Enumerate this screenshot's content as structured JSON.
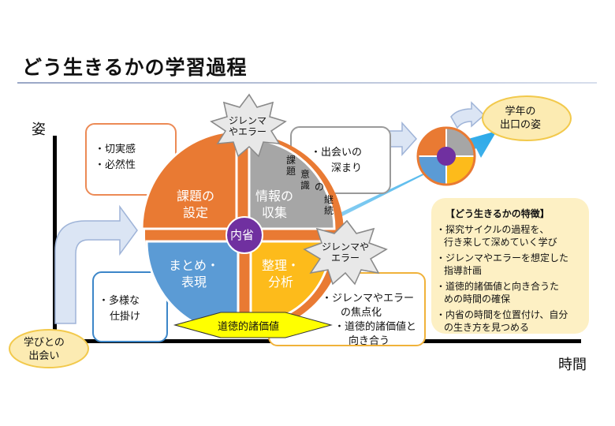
{
  "title": "どう生きるかの学習過程",
  "axes": {
    "y_label": "姿",
    "x_label": "時間"
  },
  "start_ellipse": {
    "line1": "学びとの",
    "line2": "出会い"
  },
  "end_ellipse": {
    "line1": "学年の",
    "line2": "出口の姿"
  },
  "cycle": {
    "center": "内省",
    "segments": [
      {
        "line1": "課題の",
        "line2": "設定"
      },
      {
        "line1": "情報の",
        "line2": "収集"
      },
      {
        "line1": "まとめ・",
        "line2": "表現"
      },
      {
        "line1": "整理・",
        "line2": "分析"
      }
    ],
    "vertical_text": [
      "課題",
      "意識",
      "の",
      "継続"
    ]
  },
  "stars": [
    {
      "line1": "ジレンマ",
      "line2": "やエラー"
    },
    {
      "line1": "ジレンマや",
      "line2": "エラー"
    }
  ],
  "moral_value": "道徳的諸価値",
  "boxes": {
    "top_left": [
      "・切実感",
      "・必然性"
    ],
    "top_right": [
      "・出会いの",
      "深まり"
    ],
    "bottom_left": [
      "・多様な",
      "仕掛け"
    ],
    "bottom_right": [
      "・ジレンマやエラー",
      "の焦点化",
      "・道徳的諸価値と",
      "向き合う"
    ]
  },
  "features": {
    "heading": "【どう生きるかの特徴】",
    "lines": [
      "・探究サイクルの過程を、",
      "行き来して深めていく学び",
      "・ジレンマやエラーを想定した",
      "指導計画",
      "・道徳的諸価値と向き合うた",
      "めの時間の確保",
      "・内省の時間を位置付け、自分",
      "の生き方を見つめる"
    ]
  },
  "colors": {
    "orange": "#e97a33",
    "gray": "#a6a6a6",
    "blue": "#5b9bd5",
    "yellow": "#fdbb1b",
    "purple": "#7030a0",
    "cyan_arrow": "#29a8e8",
    "pale_arrow": "#dbe5f4",
    "ellipse": "#fcebb2",
    "diamond": "#ffff00"
  }
}
